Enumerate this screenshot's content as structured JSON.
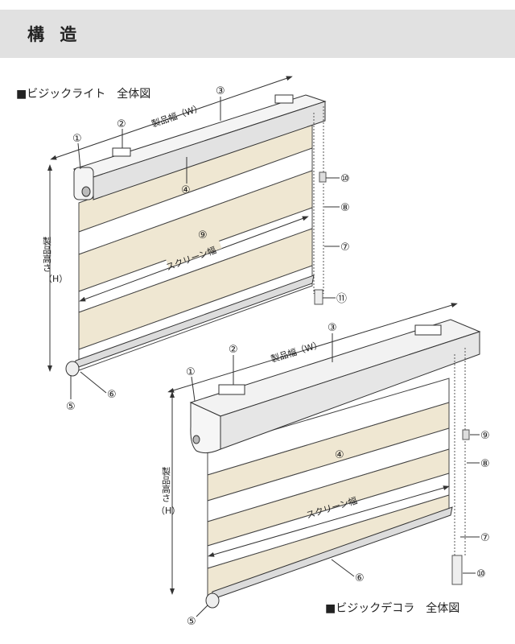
{
  "header": {
    "title": "構 造"
  },
  "diagrams": [
    {
      "caption": "■ビジックライト　全体図",
      "width_label": "製品幅（W）",
      "height_label_v": "製品高さ",
      "height_label_h": "（H）",
      "screen_label": "スクリーン幅",
      "callouts": [
        "①",
        "②",
        "③",
        "④",
        "⑤",
        "⑥",
        "⑦",
        "⑧",
        "⑨",
        "⑩",
        "⑪"
      ]
    },
    {
      "caption": "■ビジックデコラ　全体図",
      "width_label": "製品幅（W）",
      "height_label_v": "製品高さ",
      "height_label_h": "（H）",
      "screen_label": "スクリーン幅",
      "callouts": [
        "①",
        "②",
        "③",
        "④",
        "⑤",
        "⑥",
        "⑦",
        "⑧",
        "⑨",
        "⑩"
      ]
    }
  ],
  "colors": {
    "band": "#efe7d2",
    "sheer": "#ffffff",
    "line": "#333333",
    "header_bg": "#e1e1e1"
  }
}
